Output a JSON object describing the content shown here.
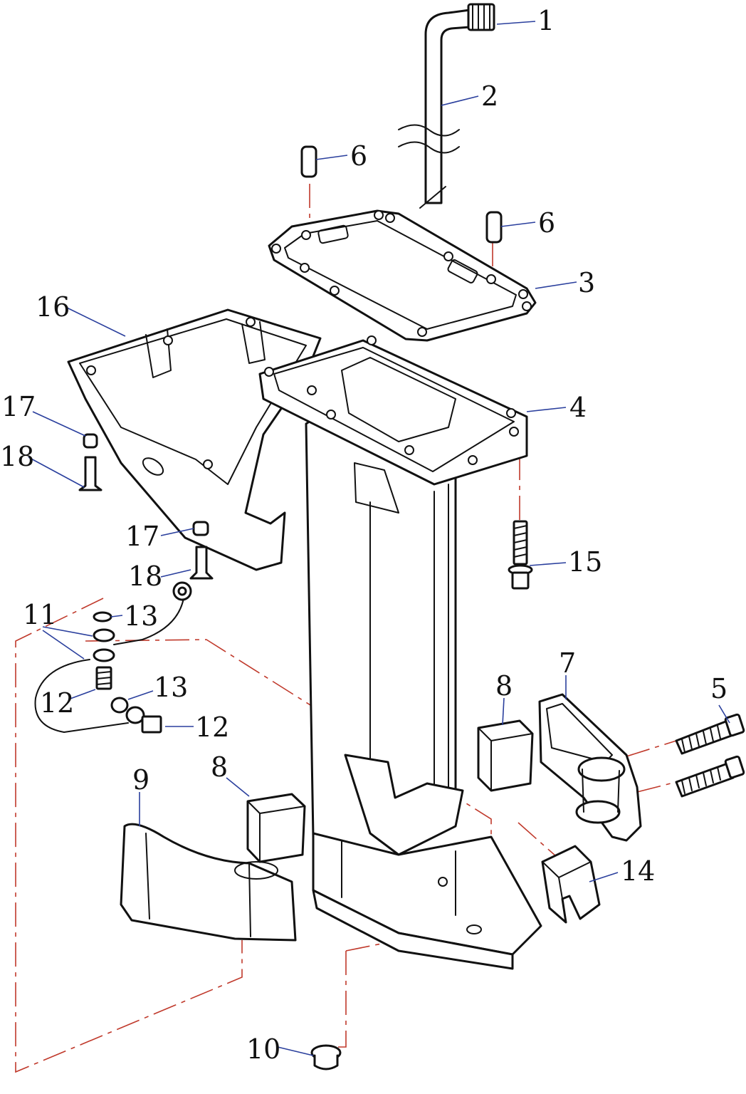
{
  "callouts": [
    {
      "id": "c1",
      "label": "1"
    },
    {
      "id": "c2",
      "label": "2"
    },
    {
      "id": "c3",
      "label": "3"
    },
    {
      "id": "c4",
      "label": "4"
    },
    {
      "id": "c5",
      "label": "5"
    },
    {
      "id": "c6a",
      "label": "6"
    },
    {
      "id": "c6b",
      "label": "6"
    },
    {
      "id": "c7",
      "label": "7"
    },
    {
      "id": "c8a",
      "label": "8"
    },
    {
      "id": "c8b",
      "label": "8"
    },
    {
      "id": "c9",
      "label": "9"
    },
    {
      "id": "c10",
      "label": "10"
    },
    {
      "id": "c11",
      "label": "11"
    },
    {
      "id": "c12a",
      "label": "12"
    },
    {
      "id": "c12b",
      "label": "12"
    },
    {
      "id": "c13a",
      "label": "13"
    },
    {
      "id": "c13b",
      "label": "13"
    },
    {
      "id": "c14",
      "label": "14"
    },
    {
      "id": "c15",
      "label": "15"
    },
    {
      "id": "c16",
      "label": "16"
    },
    {
      "id": "c17a",
      "label": "17"
    },
    {
      "id": "c17b",
      "label": "17"
    },
    {
      "id": "c18a",
      "label": "18"
    },
    {
      "id": "c18b",
      "label": "18"
    }
  ],
  "colors": {
    "line_art": "#111111",
    "leader_line": "#2a3f9d",
    "assembly_line": "#c0392b",
    "background": "#ffffff"
  }
}
